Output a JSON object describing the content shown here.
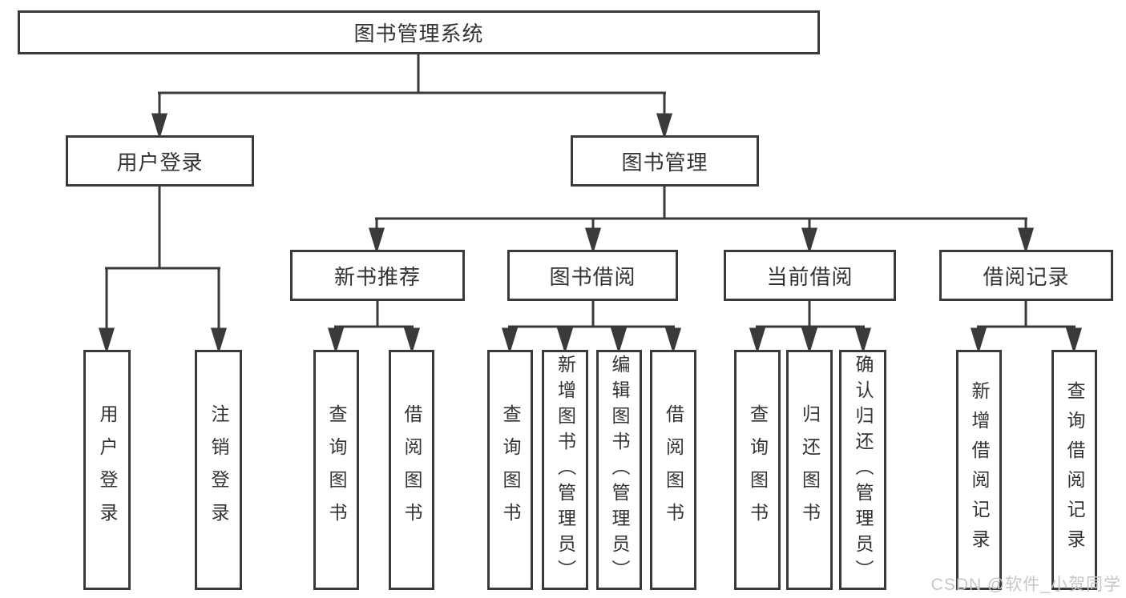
{
  "diagram": {
    "type": "tree",
    "colors": {
      "line": "#3a3a3a",
      "text": "#333333",
      "background": "#ffffff",
      "watermark": "#c6c6c6"
    },
    "tree": {
      "label": "图书管理系统",
      "children": [
        {
          "label": "用户登录",
          "children": [
            {
              "label": "用户登录"
            },
            {
              "label": "注销登录"
            }
          ]
        },
        {
          "label": "图书管理",
          "children": [
            {
              "label": "新书推荐",
              "children": [
                {
                  "label": "查询图书"
                },
                {
                  "label": "借阅图书"
                }
              ]
            },
            {
              "label": "图书借阅",
              "children": [
                {
                  "label": "查询图书"
                },
                {
                  "label": "新增图书（管理员）"
                },
                {
                  "label": "编辑图书（管理员）"
                },
                {
                  "label": "借阅图书"
                }
              ]
            },
            {
              "label": "当前借阅",
              "children": [
                {
                  "label": "查询图书"
                },
                {
                  "label": "归还图书"
                },
                {
                  "label": "确认归还（管理员）"
                }
              ]
            },
            {
              "label": "借阅记录",
              "children": [
                {
                  "label": "新增借阅记录"
                },
                {
                  "label": "查询借阅记录"
                }
              ]
            }
          ]
        }
      ]
    },
    "watermark": {
      "text": "CSDN @软件_小贺同学"
    }
  }
}
